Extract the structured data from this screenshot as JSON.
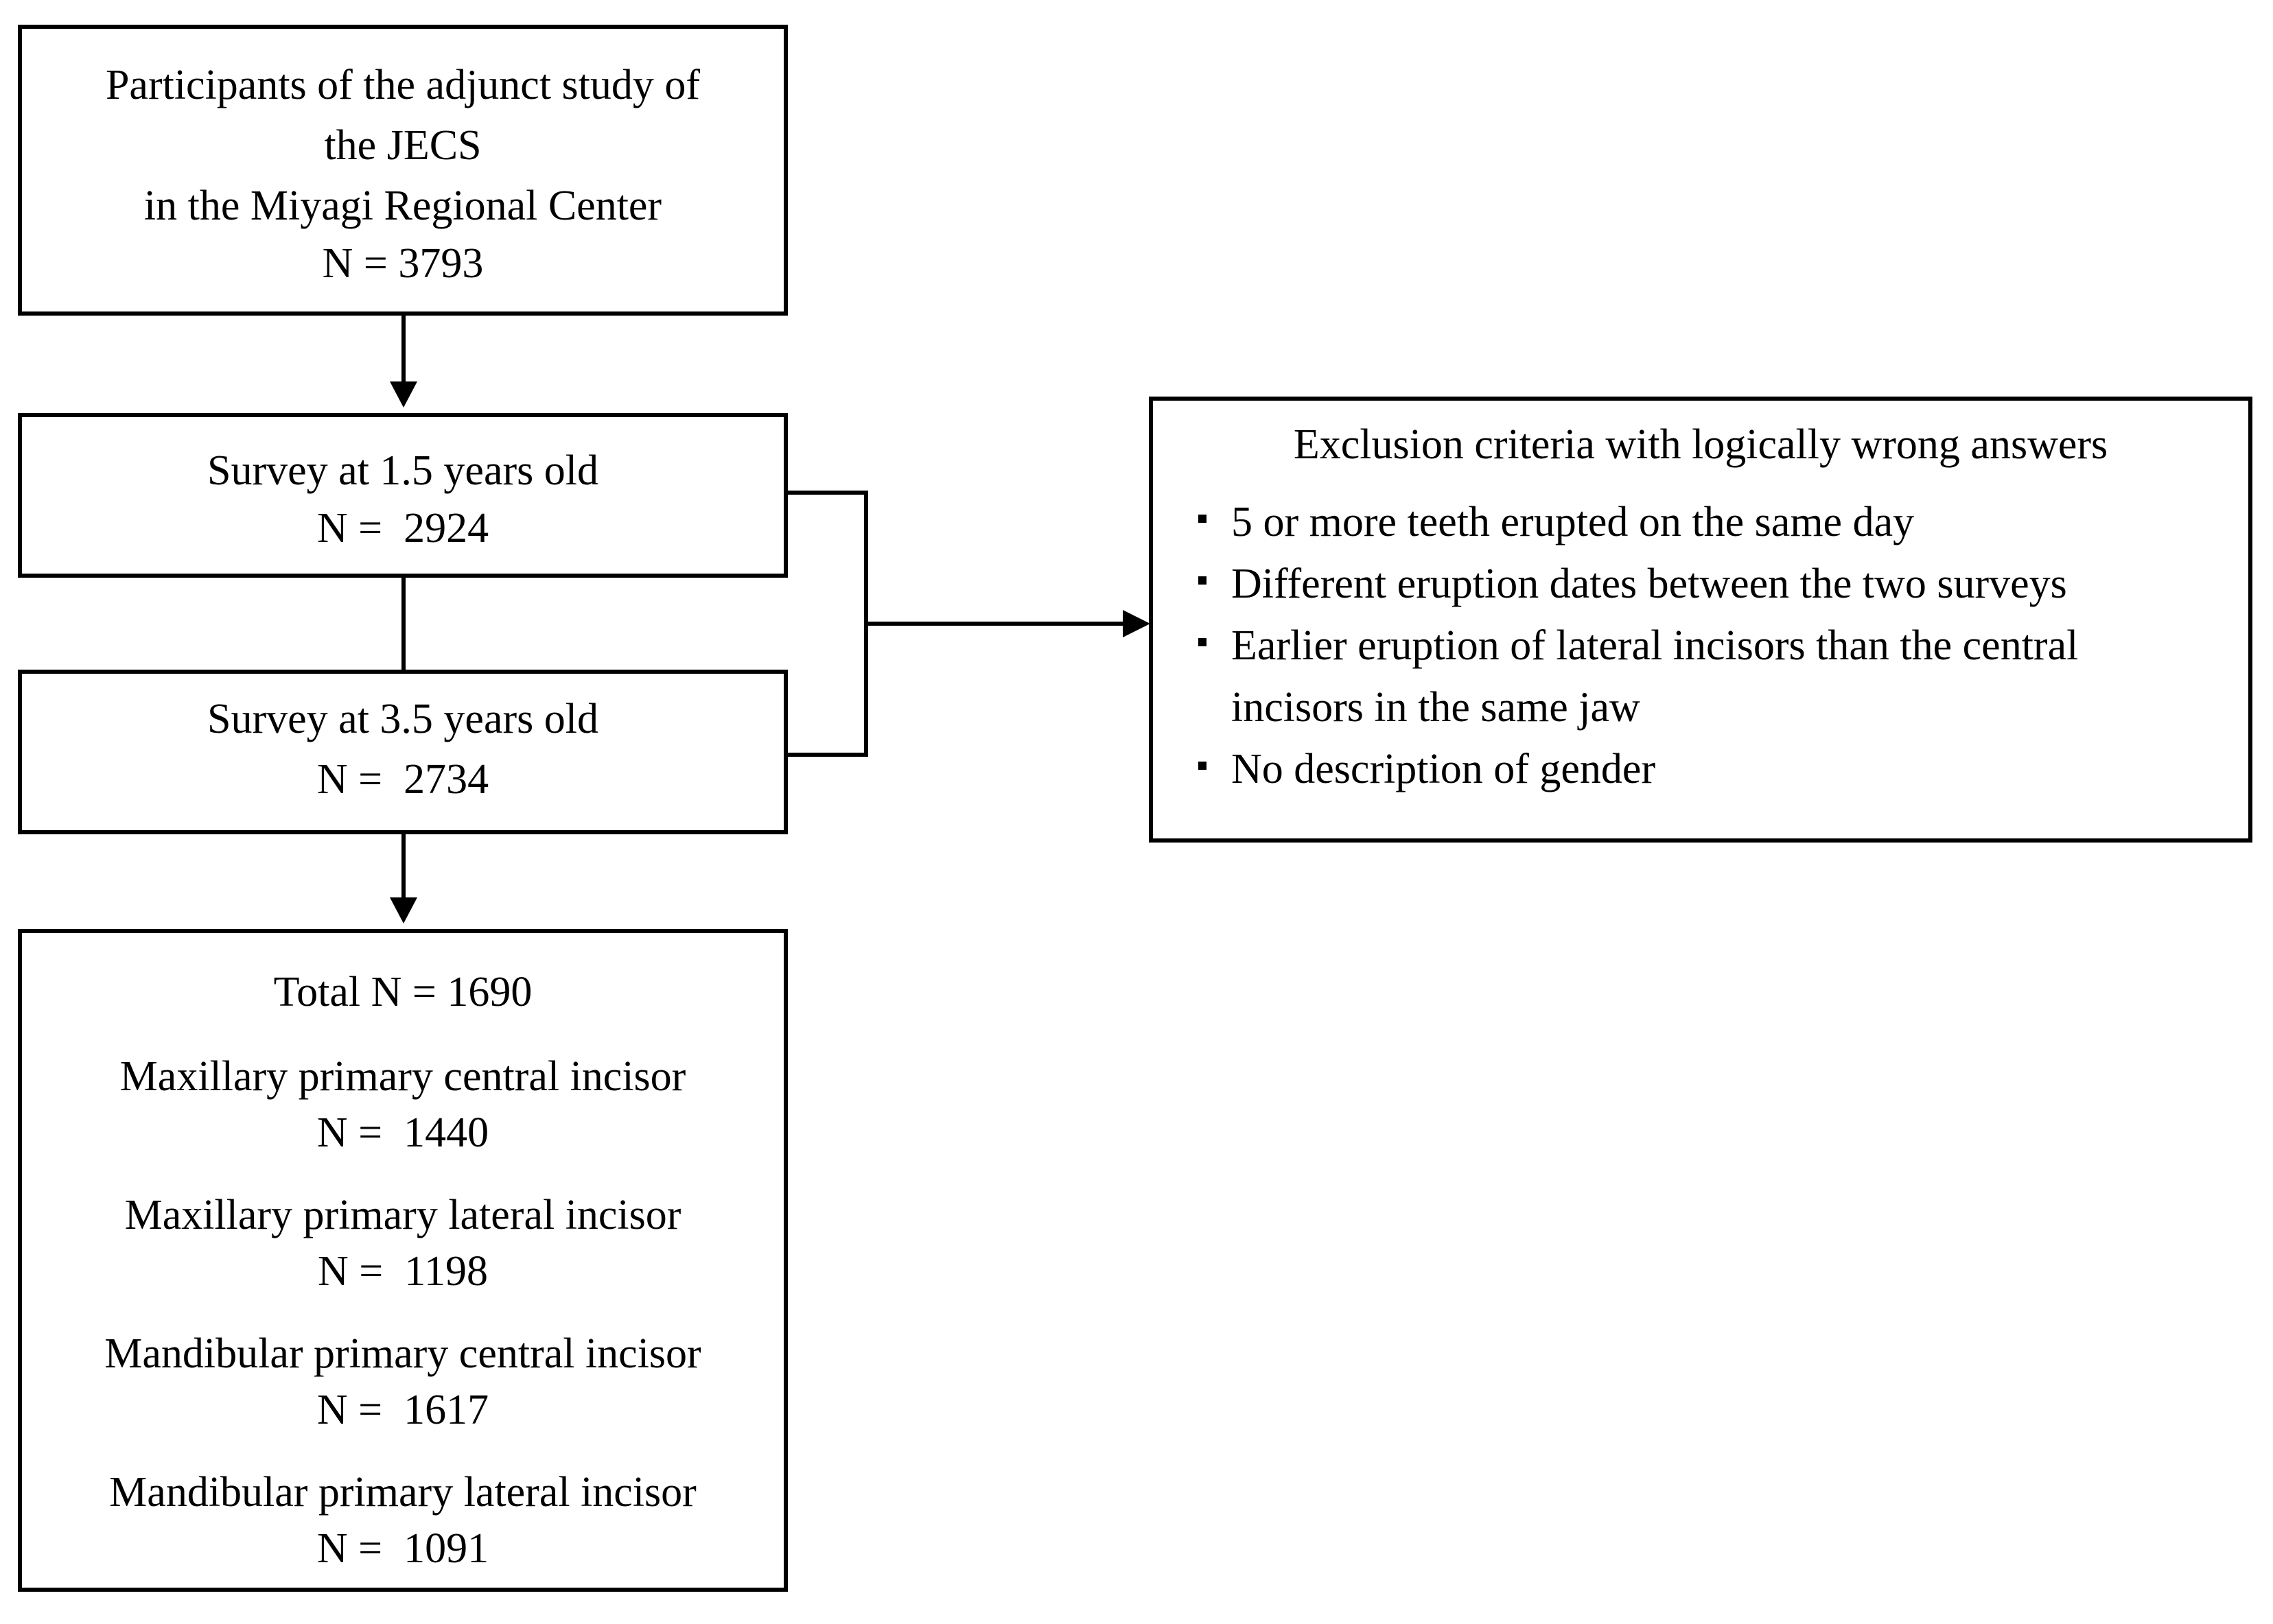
{
  "boxes": {
    "participants": {
      "lines": [
        "Participants of the adjunct study of",
        "the JECS",
        "in the Miyagi Regional Center",
        "N = 3793"
      ]
    },
    "survey_1_5": {
      "lines": [
        "Survey at 1.5 years old",
        "N =  2924"
      ]
    },
    "survey_3_5": {
      "lines": [
        "Survey at 3.5 years old",
        "N =  2734"
      ]
    },
    "total": {
      "title": "Total N = 1690",
      "groups": [
        {
          "label": "Maxillary primary central incisor",
          "n": "N =  1440"
        },
        {
          "label": "Maxillary primary lateral incisor",
          "n": "N =  1198"
        },
        {
          "label": "Mandibular primary central incisor",
          "n": "N =  1617"
        },
        {
          "label": "Mandibular primary lateral incisor",
          "n": "N =  1091"
        }
      ]
    },
    "exclusion": {
      "title": "Exclusion criteria with logically wrong answers",
      "criteria": [
        "5 or more teeth erupted on the same day",
        "Different eruption dates between the two surveys",
        "Earlier eruption of lateral incisors than the central incisors in the same jaw",
        "No description of gender"
      ]
    }
  }
}
